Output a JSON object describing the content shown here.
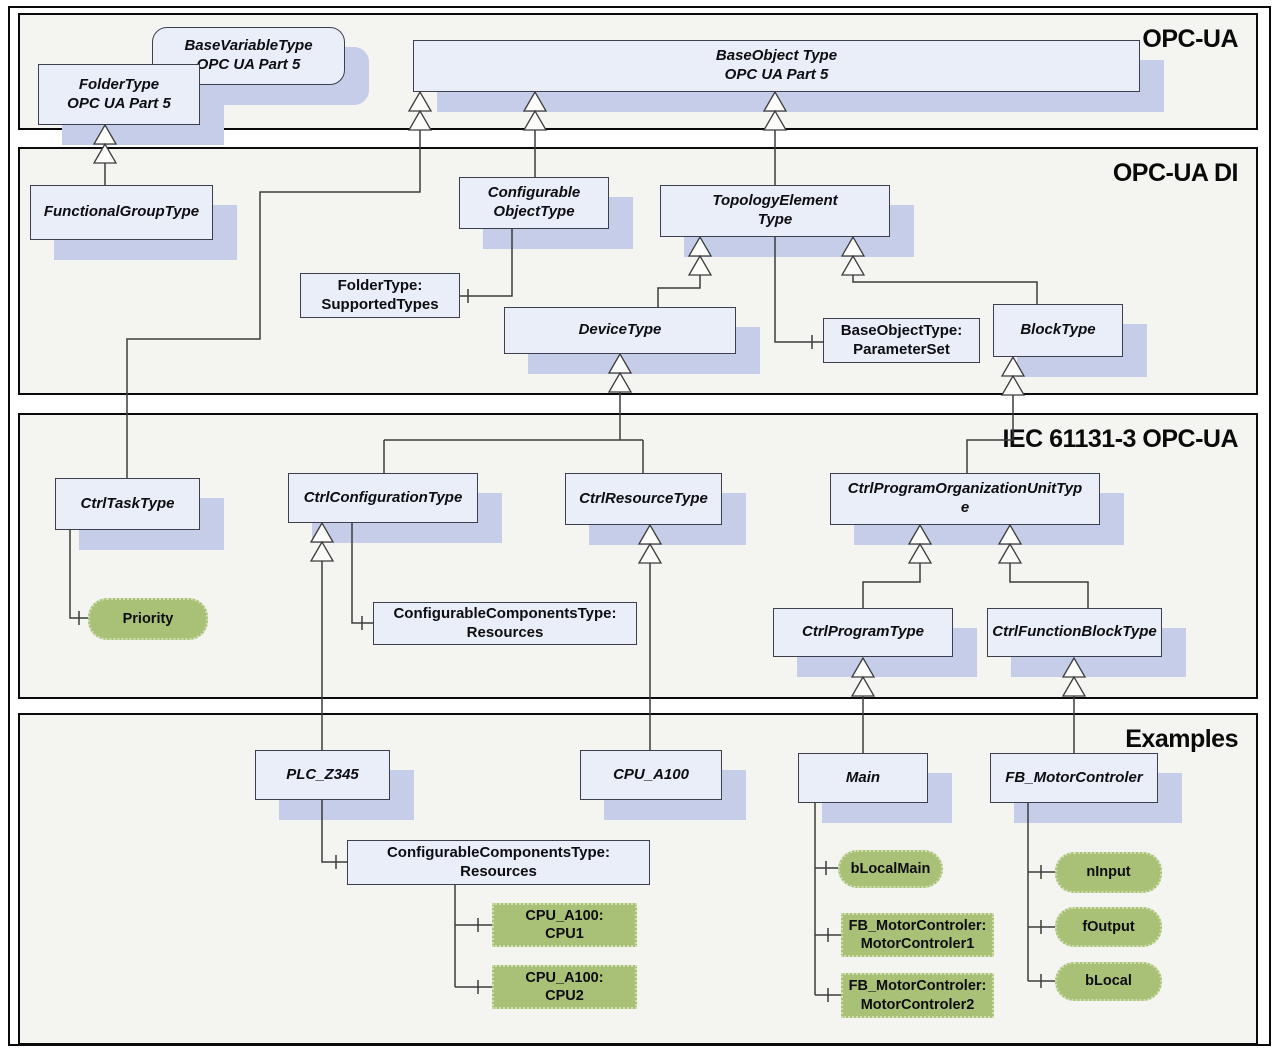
{
  "sections": {
    "opc_ua": {
      "label": "OPC-UA"
    },
    "opc_ua_di": {
      "label": "OPC-UA DI"
    },
    "iec61131": {
      "label": "IEC 61131-3 OPC-UA"
    },
    "examples": {
      "label": "Examples"
    }
  },
  "nodes": {
    "base_variable_type": {
      "lines": [
        "BaseVariableType",
        "OPC UA Part 5"
      ]
    },
    "folder_type": {
      "lines": [
        "FolderType",
        "OPC UA Part 5"
      ]
    },
    "base_object_type": {
      "lines": [
        "BaseObject Type",
        "OPC UA Part 5"
      ]
    },
    "functional_group_type": {
      "lines": [
        "FunctionalGroupType"
      ]
    },
    "configurable_object_type": {
      "lines": [
        "Configurable",
        "ObjectType"
      ]
    },
    "topology_element_type": {
      "lines": [
        "TopologyElement",
        "Type"
      ]
    },
    "folder_type_supported_types": {
      "lines": [
        "FolderType:",
        "SupportedTypes"
      ]
    },
    "device_type": {
      "lines": [
        "DeviceType"
      ]
    },
    "base_object_type_parameter_set": {
      "lines": [
        "BaseObjectType:",
        "ParameterSet"
      ]
    },
    "block_type": {
      "lines": [
        "BlockType"
      ]
    },
    "ctrl_task_type": {
      "lines": [
        "CtrlTaskType"
      ]
    },
    "ctrl_configuration_type": {
      "lines": [
        "CtrlConfigurationType"
      ]
    },
    "ctrl_resource_type": {
      "lines": [
        "CtrlResourceType"
      ]
    },
    "ctrl_program_organization_unit_type": {
      "lines": [
        "CtrlProgramOrganizationUnitTyp",
        "e"
      ]
    },
    "priority": {
      "lines": [
        "Priority"
      ]
    },
    "configurable_components_resources_iec": {
      "lines": [
        "ConfigurableComponentsType:",
        "Resources"
      ]
    },
    "ctrl_program_type": {
      "lines": [
        "CtrlProgramType"
      ]
    },
    "ctrl_function_block_type": {
      "lines": [
        "CtrlFunctionBlockType"
      ]
    },
    "plc_z345": {
      "lines": [
        "PLC_Z345"
      ]
    },
    "cpu_a100": {
      "lines": [
        "CPU_A100"
      ]
    },
    "main": {
      "lines": [
        "Main"
      ]
    },
    "fb_motor_controler": {
      "lines": [
        "FB_MotorControler"
      ]
    },
    "configurable_components_resources_example": {
      "lines": [
        "ConfigurableComponentsType:",
        "Resources"
      ]
    },
    "cpu_a100_cpu1": {
      "lines": [
        "CPU_A100:",
        "CPU1"
      ]
    },
    "cpu_a100_cpu2": {
      "lines": [
        "CPU_A100:",
        "CPU2"
      ]
    },
    "b_local_main": {
      "lines": [
        "bLocalMain"
      ]
    },
    "fb_motor_controler_1": {
      "lines": [
        "FB_MotorControler:",
        "MotorControler1"
      ]
    },
    "fb_motor_controler_2": {
      "lines": [
        "FB_MotorControler:",
        "MotorControler2"
      ]
    },
    "n_input": {
      "lines": [
        "nInput"
      ]
    },
    "f_output": {
      "lines": [
        "fOutput"
      ]
    },
    "b_local": {
      "lines": [
        "bLocal"
      ]
    }
  },
  "colors": {
    "type_box_fill": "#eaeef8",
    "type_box_border": "#3d3f4e",
    "shadow": "#c5cde9",
    "green_fill": "#a9c077",
    "section_fill": "#f4f4f1",
    "connector": "#3c3c3c"
  }
}
